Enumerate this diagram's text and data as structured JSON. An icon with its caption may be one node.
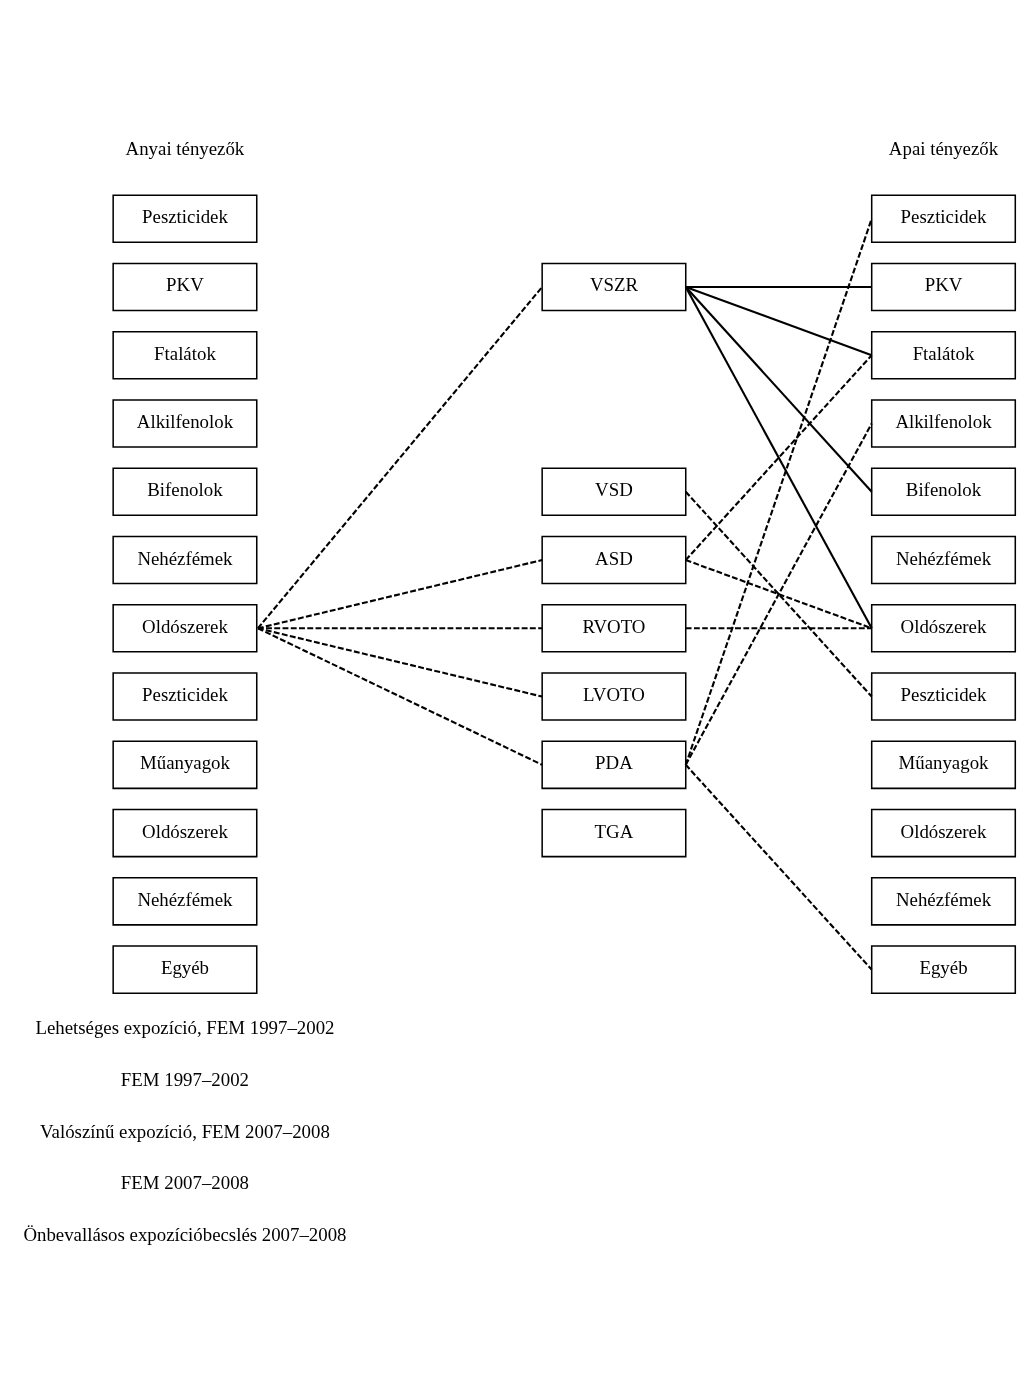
{
  "diagram": {
    "nodes": [
      {
        "text": [
          "Peszticidek"
        ]
      },
      {
        "text": [
          "PKV"
        ]
      },
      {
        "text": [
          "Ftalátok"
        ]
      },
      {
        "text": [
          "Alkilfenolok"
        ]
      },
      {
        "text": [
          "Bifenolok"
        ]
      },
      {
        "text": [
          "Nehézfémek"
        ]
      },
      {
        "text": [
          "Oldószerek"
        ]
      },
      {
        "text": [
          "Peszticidek"
        ]
      },
      {
        "text": [
          "Műanyagok"
        ]
      },
      {
        "text": [
          "Oldószerek"
        ]
      },
      {
        "text": [
          "Nehézfémek"
        ]
      },
      {
        "text": [
          "Egyéb"
        ]
      },
      {
        "text": [
          "VSZR"
        ]
      },
      {
        "text": [
          "VSD"
        ]
      },
      {
        "text": [
          "ASD"
        ]
      },
      {
        "text": [
          "RVOTO"
        ]
      },
      {
        "text": [
          "LVOTO"
        ]
      },
      {
        "text": [
          "PDA"
        ]
      },
      {
        "text": [
          "TGA"
        ]
      },
      {
        "text": [
          "Peszticidek"
        ]
      },
      {
        "text": [
          "PKV"
        ]
      },
      {
        "text": [
          "Ftalátok"
        ]
      },
      {
        "text": [
          "Alkilfenolok"
        ]
      },
      {
        "text": [
          "Bifenolok"
        ]
      },
      {
        "text": [
          "Nehézfémek"
        ]
      },
      {
        "text": [
          "Oldószerek"
        ]
      },
      {
        "text": [
          "Peszticidek"
        ]
      },
      {
        "text": [
          "Műanyagok"
        ]
      },
      {
        "text": [
          "Oldószerek"
        ]
      },
      {
        "text": [
          "Nehézfémek"
        ]
      },
      {
        "text": [
          "Egyéb"
        ]
      }
    ],
    "edges": [
      {
        "from": 6,
        "to": 12,
        "arrow": "none",
        "style": "dashed"
      },
      {
        "from": 6,
        "to": 14,
        "arrow": "none",
        "style": "dashed"
      },
      {
        "from": 6,
        "to": 15,
        "arrow": "none",
        "style": "dashed"
      },
      {
        "from": 6,
        "to": 16,
        "arrow": "none",
        "style": "dashed"
      },
      {
        "from": 6,
        "to": 17,
        "arrow": "none",
        "style": "dashed"
      },
      {
        "from": 12,
        "to": 20,
        "arrow": "none"
      },
      {
        "from": 12,
        "to": 21,
        "arrow": "none"
      },
      {
        "from": 12,
        "to": 23,
        "arrow": "none"
      },
      {
        "from": 12,
        "to": 25,
        "arrow": "none"
      },
      {
        "from": 13,
        "to": 26,
        "arrow": "none",
        "style": "dashed"
      },
      {
        "from": 14,
        "to": 21,
        "arrow": "none",
        "style": "dashed"
      },
      {
        "from": 14,
        "to": 25,
        "arrow": "none",
        "style": "dashed"
      },
      {
        "from": 15,
        "to": 25,
        "arrow": "none",
        "style": "dashed"
      },
      {
        "from": 17,
        "to": 19,
        "arrow": "none",
        "style": "dashed"
      },
      {
        "from": 17,
        "to": 22,
        "arrow": "none",
        "style": "dashed"
      },
      {
        "from": 17,
        "to": 30,
        "arrow": "none",
        "style": "dashed"
      }
    ],
    "labels": [
      "Anyai tényezők",
      "Apai tényezők"
    ],
    "legend": [
      {
        "text": "Lehetséges expozíció, FEM 1997–2002"
      },
      {
        "text": "FEM 1997–2002"
      },
      {
        "text": "Valószínű expozíció, FEM 2007–2008"
      },
      {
        "text": "FEM 2007–2008"
      },
      {
        "text": "Önbevallásos expozícióbecslés 2007–2008"
      }
    ]
  }
}
